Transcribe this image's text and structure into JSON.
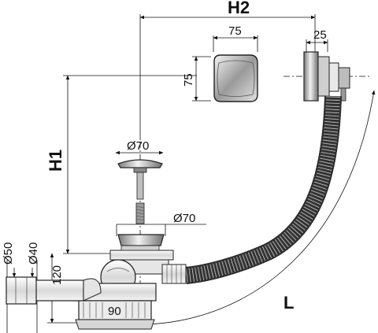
{
  "labels": {
    "h2": "H2",
    "h1": "H1",
    "l": "L",
    "dim_cover_width": "75",
    "dim_cover_height": "75",
    "dim_overflow_depth": "25",
    "dim_plug_dia": "Ø70",
    "dim_outlet_dia": "Ø70",
    "dim_pipe_50": "Ø50",
    "dim_pipe_40": "Ø40",
    "dim_trap_height": "120",
    "dim_trap_offset": "90"
  },
  "colors": {
    "line": "#111111",
    "metal_light": "#d9d9d9",
    "metal_dark": "#8a8a8a",
    "hose": "#3a3a3a",
    "plastic": "#efefef"
  }
}
